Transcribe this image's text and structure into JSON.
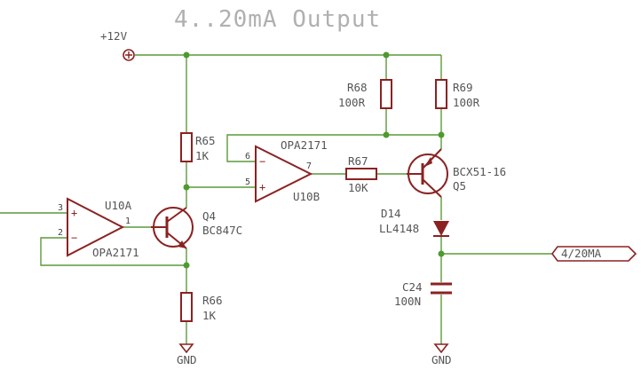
{
  "title": "4..20mA Output",
  "supply": {
    "label": "+12V"
  },
  "grounds": {
    "label": "GND"
  },
  "output_port": {
    "label": "4/20MA"
  },
  "components": {
    "r65": {
      "name": "R65",
      "value": "1K"
    },
    "r66": {
      "name": "R66",
      "value": "1K"
    },
    "r67": {
      "name": "R67",
      "value": "10K"
    },
    "r68": {
      "name": "R68",
      "value": "100R"
    },
    "r69": {
      "name": "R69",
      "value": "100R"
    },
    "u10a": {
      "name": "U10A",
      "part": "OPA2171",
      "pins": [
        "3",
        "2",
        "1"
      ]
    },
    "u10b": {
      "name": "U10B",
      "part": "OPA2171",
      "pins": [
        "6",
        "5",
        "7"
      ]
    },
    "q4": {
      "name": "Q4",
      "part": "BC847C"
    },
    "q5": {
      "name": "Q5",
      "part": "BCX51-16"
    },
    "d14": {
      "name": "D14",
      "part": "LL4148"
    },
    "c24": {
      "name": "C24",
      "value": "100N"
    }
  },
  "colors": {
    "wire": "#5a9a3a",
    "component": "#8b2222",
    "label": "#555555",
    "title": "#b0b0b0"
  }
}
